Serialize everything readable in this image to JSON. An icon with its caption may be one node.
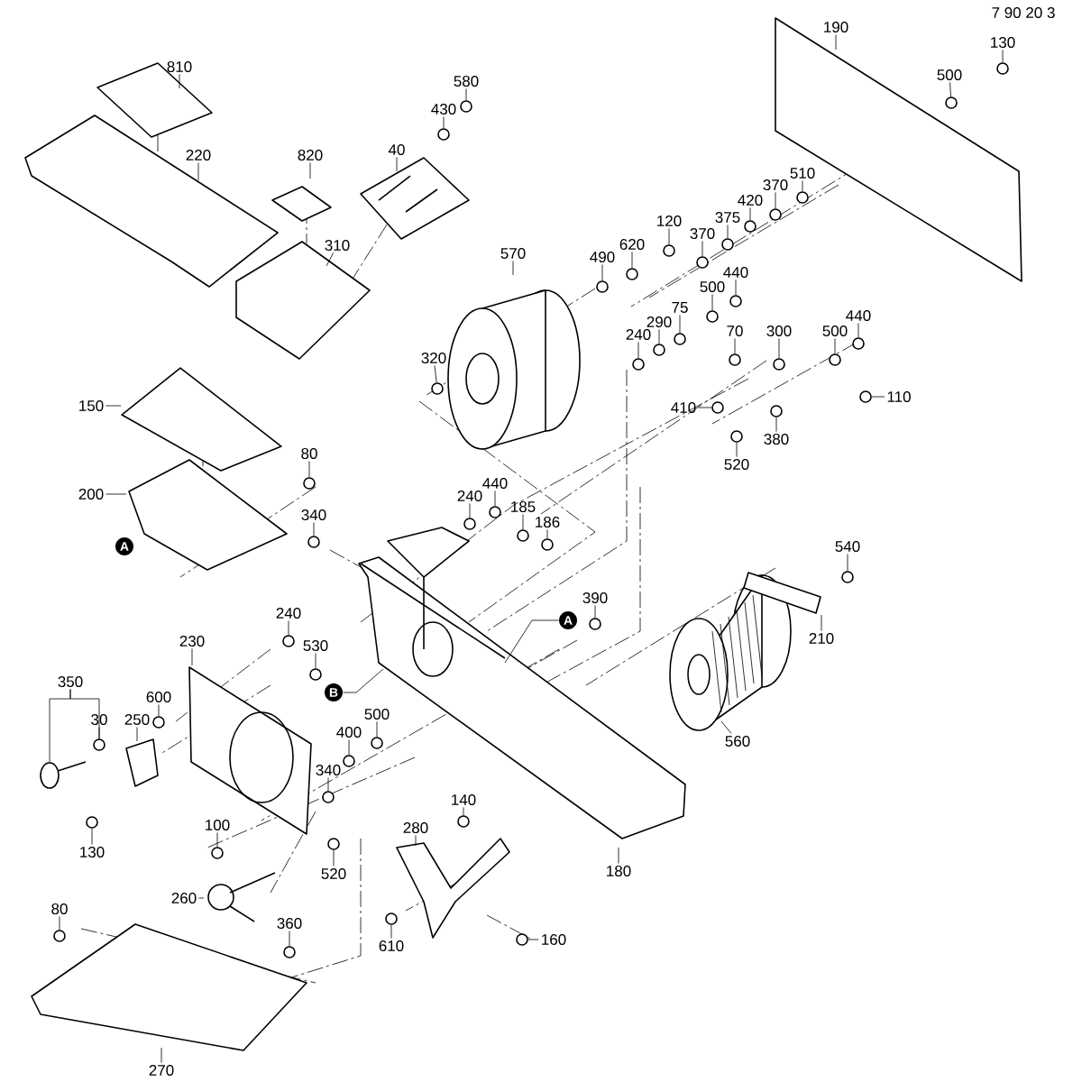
{
  "diagram": {
    "nodes": [
      {
        "text": [
          "190"
        ]
      },
      {
        "text": [
          "130"
        ]
      },
      {
        "text": [
          "500"
        ]
      },
      {
        "text": [
          "810"
        ]
      },
      {
        "text": [
          "580"
        ]
      },
      {
        "text": [
          "430"
        ]
      },
      {
        "text": [
          "220"
        ]
      },
      {
        "text": [
          "820"
        ]
      },
      {
        "text": [
          "40"
        ]
      },
      {
        "text": [
          "510"
        ]
      },
      {
        "text": [
          "370"
        ]
      },
      {
        "text": [
          "420"
        ]
      },
      {
        "text": [
          "375"
        ]
      },
      {
        "text": [
          "120"
        ]
      },
      {
        "text": [
          "370"
        ]
      },
      {
        "text": [
          "570"
        ]
      },
      {
        "text": [
          "490"
        ]
      },
      {
        "text": [
          "620"
        ]
      },
      {
        "text": [
          "310"
        ]
      },
      {
        "text": [
          "440"
        ]
      },
      {
        "text": [
          "500"
        ]
      },
      {
        "text": [
          "75"
        ]
      },
      {
        "text": [
          "290"
        ]
      },
      {
        "text": [
          "70"
        ]
      },
      {
        "text": [
          "300"
        ]
      },
      {
        "text": [
          "500"
        ]
      },
      {
        "text": [
          "440"
        ]
      },
      {
        "text": [
          "240"
        ]
      },
      {
        "text": [
          "320"
        ]
      },
      {
        "text": [
          "410"
        ]
      },
      {
        "text": [
          "110"
        ]
      },
      {
        "text": [
          "380"
        ]
      },
      {
        "text": [
          "520"
        ]
      },
      {
        "text": [
          "150"
        ]
      },
      {
        "text": [
          "80"
        ]
      },
      {
        "text": [
          "200"
        ]
      },
      {
        "text": [
          "440"
        ]
      },
      {
        "text": [
          "240"
        ]
      },
      {
        "text": [
          "185"
        ]
      },
      {
        "text": [
          "186"
        ]
      },
      {
        "text": [
          "340"
        ]
      },
      {
        "text": [
          "540"
        ]
      },
      {
        "text": [
          "390"
        ]
      },
      {
        "text": [
          "210"
        ]
      },
      {
        "text": [
          "240"
        ]
      },
      {
        "text": [
          "230"
        ]
      },
      {
        "text": [
          "530"
        ]
      },
      {
        "text": [
          "350"
        ]
      },
      {
        "text": [
          "30"
        ]
      },
      {
        "text": [
          "600"
        ]
      },
      {
        "text": [
          "250"
        ]
      },
      {
        "text": [
          "500"
        ]
      },
      {
        "text": [
          "400"
        ]
      },
      {
        "text": [
          "560"
        ]
      },
      {
        "text": [
          "340"
        ]
      },
      {
        "text": [
          "140"
        ]
      },
      {
        "text": [
          "130"
        ]
      },
      {
        "text": [
          "100"
        ]
      },
      {
        "text": [
          "520"
        ]
      },
      {
        "text": [
          "280"
        ]
      },
      {
        "text": [
          "180"
        ]
      },
      {
        "text": [
          "260"
        ]
      },
      {
        "text": [
          "80"
        ]
      },
      {
        "text": [
          "360"
        ]
      },
      {
        "text": [
          "610"
        ]
      },
      {
        "text": [
          "160"
        ]
      },
      {
        "text": [
          "270"
        ]
      },
      {
        "text": [
          "A"
        ]
      },
      {
        "text": [
          "B"
        ]
      },
      {
        "text": [
          "A"
        ]
      },
      {
        "text": [],
        "shape": "circle"
      },
      {
        "text": [],
        "shape": "circle"
      },
      {
        "text": [],
        "shape": "circle"
      },
      {
        "text": [],
        "shape": "circle"
      },
      {
        "text": [],
        "shape": "circle"
      },
      {
        "text": [],
        "shape": "circle"
      },
      {
        "text": [],
        "shape": "circle"
      },
      {
        "text": [],
        "shape": "circle"
      },
      {
        "text": [],
        "shape": "circle"
      },
      {
        "text": [],
        "shape": "circle"
      },
      {
        "text": [],
        "shape": "circle"
      },
      {
        "text": [],
        "shape": "circle"
      },
      {
        "text": [],
        "shape": "circle"
      },
      {
        "text": [],
        "shape": "circle"
      },
      {
        "text": [],
        "shape": "circle"
      },
      {
        "text": [],
        "shape": "circle"
      },
      {
        "text": [],
        "shape": "circle"
      },
      {
        "text": [],
        "shape": "circle"
      },
      {
        "text": [],
        "shape": "circle"
      },
      {
        "text": [],
        "shape": "circle"
      },
      {
        "text": [],
        "shape": "circle"
      },
      {
        "text": [],
        "shape": "circle"
      },
      {
        "text": [],
        "shape": "circle"
      },
      {
        "text": [],
        "shape": "circle"
      },
      {
        "text": [],
        "shape": "circle"
      },
      {
        "text": [],
        "shape": "circle"
      },
      {
        "text": [],
        "shape": "circle"
      },
      {
        "text": [],
        "shape": "circle"
      },
      {
        "text": [],
        "shape": "circle"
      },
      {
        "text": [],
        "shape": "circle"
      },
      {
        "text": [],
        "shape": "circle"
      },
      {
        "text": [],
        "shape": "circle"
      },
      {
        "text": [],
        "shape": "circle"
      },
      {
        "text": [],
        "shape": "circle"
      },
      {
        "text": [],
        "shape": "circle"
      },
      {
        "text": [],
        "shape": "circle"
      },
      {
        "text": [],
        "shape": "circle"
      },
      {
        "text": [],
        "shape": "circle"
      },
      {
        "text": [],
        "shape": "circle"
      },
      {
        "text": [],
        "shape": "circle"
      },
      {
        "text": [],
        "shape": "circle"
      },
      {
        "text": [],
        "shape": "circle"
      },
      {
        "text": [],
        "shape": "circle"
      },
      {
        "text": [],
        "shape": "circle"
      },
      {
        "text": [],
        "shape": "circle"
      },
      {
        "text": [],
        "shape": "circle"
      },
      {
        "text": [],
        "shape": "circle"
      },
      {
        "text": [],
        "shape": "circle"
      },
      {
        "text": [],
        "shape": "circle"
      },
      {
        "text": [],
        "shape": "circle"
      }
    ],
    "edges": [
      {
        "from": 0,
        "to": null,
        "arrow": "none"
      },
      {
        "from": 1,
        "to": 70,
        "arrow": "none"
      },
      {
        "from": 2,
        "to": 71,
        "arrow": "none"
      },
      {
        "from": 3,
        "to": null,
        "arrow": "none"
      },
      {
        "from": 4,
        "to": 72,
        "arrow": "none"
      },
      {
        "from": 5,
        "to": 73,
        "arrow": "none"
      },
      {
        "from": 6,
        "to": null,
        "arrow": "none"
      },
      {
        "from": 7,
        "to": null,
        "arrow": "none"
      },
      {
        "from": 8,
        "to": null,
        "arrow": "none"
      },
      {
        "from": 9,
        "to": 74,
        "arrow": "none"
      },
      {
        "from": 10,
        "to": 75,
        "arrow": "none"
      },
      {
        "from": 11,
        "to": 76,
        "arrow": "none"
      },
      {
        "from": 12,
        "to": 77,
        "arrow": "none"
      },
      {
        "from": 13,
        "to": 78,
        "arrow": "none"
      },
      {
        "from": 14,
        "to": 79,
        "arrow": "none"
      },
      {
        "from": 15,
        "to": null,
        "arrow": "none"
      },
      {
        "from": 16,
        "to": 80,
        "arrow": "none"
      },
      {
        "from": 17,
        "to": 81,
        "arrow": "none"
      },
      {
        "from": 18,
        "to": null,
        "arrow": "none"
      },
      {
        "from": 19,
        "to": 82,
        "arrow": "none"
      },
      {
        "from": 20,
        "to": 83,
        "arrow": "none"
      },
      {
        "from": 21,
        "to": 84,
        "arrow": "none"
      },
      {
        "from": 22,
        "to": 85,
        "arrow": "none"
      },
      {
        "from": 23,
        "to": 86,
        "arrow": "none"
      },
      {
        "from": 24,
        "to": 87,
        "arrow": "none"
      },
      {
        "from": 25,
        "to": 88,
        "arrow": "none"
      },
      {
        "from": 26,
        "to": 89,
        "arrow": "none"
      },
      {
        "from": 27,
        "to": 90,
        "arrow": "none"
      },
      {
        "from": 28,
        "to": 91,
        "arrow": "none"
      },
      {
        "from": 29,
        "to": 92,
        "arrow": "none"
      },
      {
        "from": 30,
        "to": 93,
        "arrow": "none"
      },
      {
        "from": 31,
        "to": 94,
        "arrow": "none"
      },
      {
        "from": 32,
        "to": 95,
        "arrow": "none"
      },
      {
        "from": 33,
        "to": null,
        "arrow": "none"
      },
      {
        "from": 34,
        "to": 96,
        "arrow": "none"
      },
      {
        "from": 35,
        "to": null,
        "arrow": "none"
      },
      {
        "from": 36,
        "to": 97,
        "arrow": "none"
      },
      {
        "from": 37,
        "to": 98,
        "arrow": "none"
      },
      {
        "from": 38,
        "to": 99,
        "arrow": "none"
      },
      {
        "from": 39,
        "to": 100,
        "arrow": "none"
      },
      {
        "from": 40,
        "to": 101,
        "arrow": "none"
      },
      {
        "from": 41,
        "to": 102,
        "arrow": "none"
      },
      {
        "from": 42,
        "to": 103,
        "arrow": "none"
      },
      {
        "from": 43,
        "to": null,
        "arrow": "none"
      },
      {
        "from": 44,
        "to": 104,
        "arrow": "none"
      },
      {
        "from": 45,
        "to": null,
        "arrow": "none"
      },
      {
        "from": 46,
        "to": 105,
        "arrow": "none"
      },
      {
        "from": 47,
        "to": 119,
        "arrow": "none"
      },
      {
        "from": 48,
        "to": 106,
        "arrow": "none"
      },
      {
        "from": 49,
        "to": 107,
        "arrow": "none"
      },
      {
        "from": 50,
        "to": null,
        "arrow": "none"
      },
      {
        "from": 51,
        "to": 108,
        "arrow": "none"
      },
      {
        "from": 52,
        "to": 109,
        "arrow": "none"
      },
      {
        "from": 53,
        "to": null,
        "arrow": "none"
      },
      {
        "from": 54,
        "to": 110,
        "arrow": "none"
      },
      {
        "from": 55,
        "to": 111,
        "arrow": "none"
      },
      {
        "from": 56,
        "to": 112,
        "arrow": "none"
      },
      {
        "from": 57,
        "to": 113,
        "arrow": "none"
      },
      {
        "from": 58,
        "to": 114,
        "arrow": "none"
      },
      {
        "from": 59,
        "to": null,
        "arrow": "none"
      },
      {
        "from": 60,
        "to": null,
        "arrow": "none"
      },
      {
        "from": 61,
        "to": null,
        "arrow": "none"
      },
      {
        "from": 62,
        "to": 115,
        "arrow": "none"
      },
      {
        "from": 63,
        "to": 116,
        "arrow": "none"
      },
      {
        "from": 64,
        "to": 117,
        "arrow": "none"
      },
      {
        "from": 65,
        "to": 118,
        "arrow": "none"
      },
      {
        "from": 66,
        "to": null,
        "arrow": "none"
      },
      {
        "from": 67,
        "to": null,
        "arrow": "none"
      },
      {
        "from": 68,
        "to": null,
        "arrow": "none"
      },
      {
        "from": 47,
        "to": 106,
        "arrow": "none"
      }
    ],
    "labels": [
      "7 90 20 3"
    ]
  }
}
